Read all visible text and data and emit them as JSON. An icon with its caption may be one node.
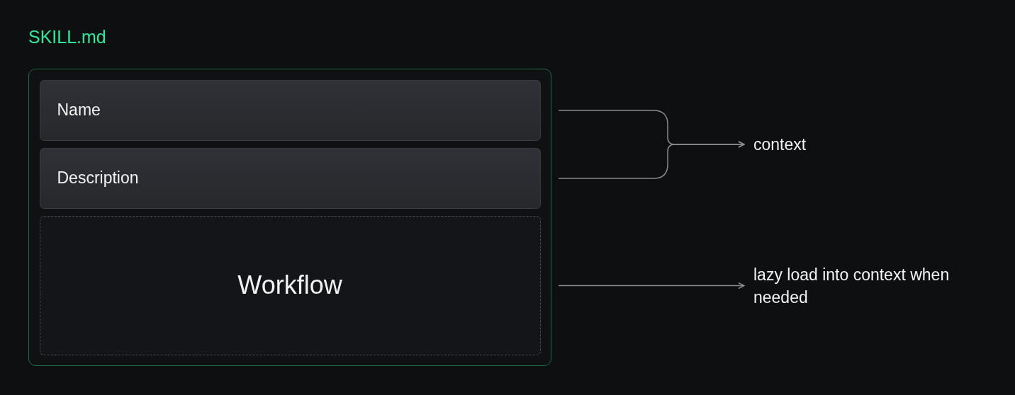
{
  "diagram": {
    "nodes": [
      {
        "text": [
          "SKILL.md"
        ]
      },
      {
        "text": [
          "Name"
        ],
        "in": 0
      },
      {
        "text": [
          "Description"
        ],
        "in": 0
      },
      {
        "text": [
          "Workflow"
        ],
        "in": 0
      },
      {
        "text": [
          "context"
        ]
      },
      {
        "text": [
          "lazy load into context when needed"
        ]
      }
    ],
    "edges": [
      {
        "from": 1,
        "to": 4,
        "arrow": "to"
      },
      {
        "from": 2,
        "to": 4,
        "arrow": "to"
      },
      {
        "from": 3,
        "to": 5,
        "arrow": "to"
      }
    ]
  }
}
